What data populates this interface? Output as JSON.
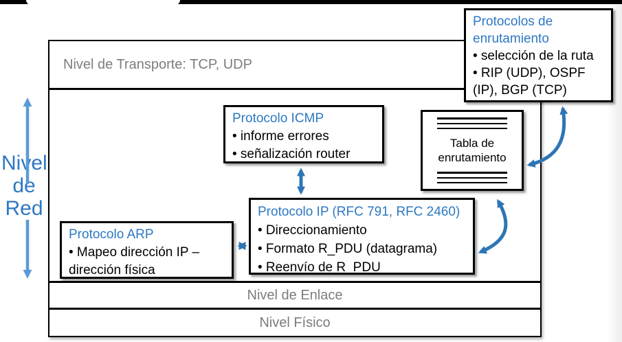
{
  "colors": {
    "title_blue": "#2e78c2",
    "layer_gray": "#7d7d7d",
    "arrow_dark_blue": "#2e75b6",
    "arrow_light_blue": "#5b9bd5",
    "border_black": "#000000"
  },
  "layers": {
    "transport": {
      "label": "Nivel de Transporte: TCP, UDP"
    },
    "network": {
      "label": "Nivel de Red"
    },
    "link": {
      "label": "Nivel de Enlace"
    },
    "physical": {
      "label": "Nivel Físico"
    }
  },
  "boxes": {
    "icmp": {
      "title": "Protocolo ICMP",
      "items": [
        "• informe errores",
        "• señalización router"
      ]
    },
    "routing_protocols": {
      "title": "Protocolos de enrutamiento",
      "items": [
        "• selección de la ruta",
        "• RIP (UDP), OSPF (IP), BGP (TCP)"
      ]
    },
    "routing_table": {
      "label": "Tabla de enrutamiento"
    },
    "ip": {
      "title": "Protocolo IP (RFC 791, RFC 2460)",
      "items": [
        "• Direccionamiento",
        "• Formato R_PDU (datagrama)",
        "• Reenvío de R_PDU"
      ]
    },
    "arp": {
      "title": "Protocolo ARP",
      "items": [
        "• Mapeo dirección IP – dirección física"
      ]
    }
  }
}
